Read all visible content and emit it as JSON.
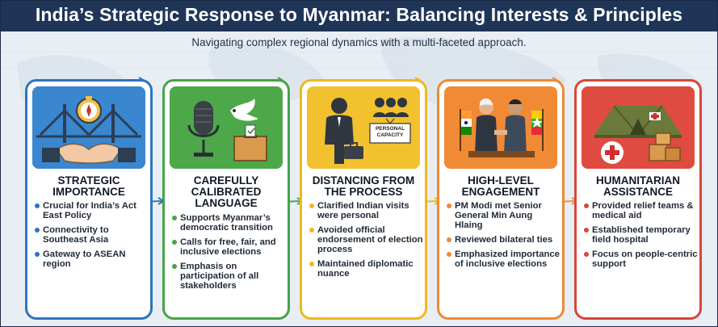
{
  "title": "India’s Strategic Response to Myanmar: Balancing Interests & Principles",
  "subtitle": "Navigating complex regional dynamics with a multi-faceted approach.",
  "colors": {
    "header": "#1f3557",
    "blue": "#2e74c0",
    "green": "#47a347",
    "yellow": "#efb81d",
    "orange": "#ee8a33",
    "red": "#d9453a"
  },
  "cards": [
    {
      "title": "STRATEGIC IMPORTANCE",
      "icon": "compass-bridge-handshake-icon",
      "bullets": [
        "Crucial for India’s Act East Policy",
        "Connectivity to Southeast Asia",
        "Gateway to ASEAN region"
      ]
    },
    {
      "title": "CAREFULLY CALIBRATED LANGUAGE",
      "icon": "microphone-dove-ballot-icon",
      "bullets": [
        "Supports Myanmar’s democratic transition",
        "Calls for free, fair, and inclusive elections",
        "Emphasis on participation of all stakeholders"
      ]
    },
    {
      "title": "DISTANCING FROM THE PROCESS",
      "icon": "official-personal-capacity-icon",
      "sign_text": "PERSONAL CAPACITY",
      "bullets": [
        "Clarified Indian visits were personal",
        "Avoided official endorsement of election process",
        "Maintained diplomatic nuance"
      ]
    },
    {
      "title": "HIGH-LEVEL ENGAGEMENT",
      "icon": "leaders-handshake-flags-icon",
      "bullets": [
        "PM Modi met Senior General Min Aung Hlaing",
        "Reviewed bilateral ties",
        "Emphasized importance of inclusive elections"
      ]
    },
    {
      "title": "HUMANITARIAN ASSISTANCE",
      "icon": "medical-tent-aid-icon",
      "bullets": [
        "Provided relief teams & medical aid",
        "Established temporary field hospital",
        "Focus on people-centric support"
      ]
    }
  ]
}
